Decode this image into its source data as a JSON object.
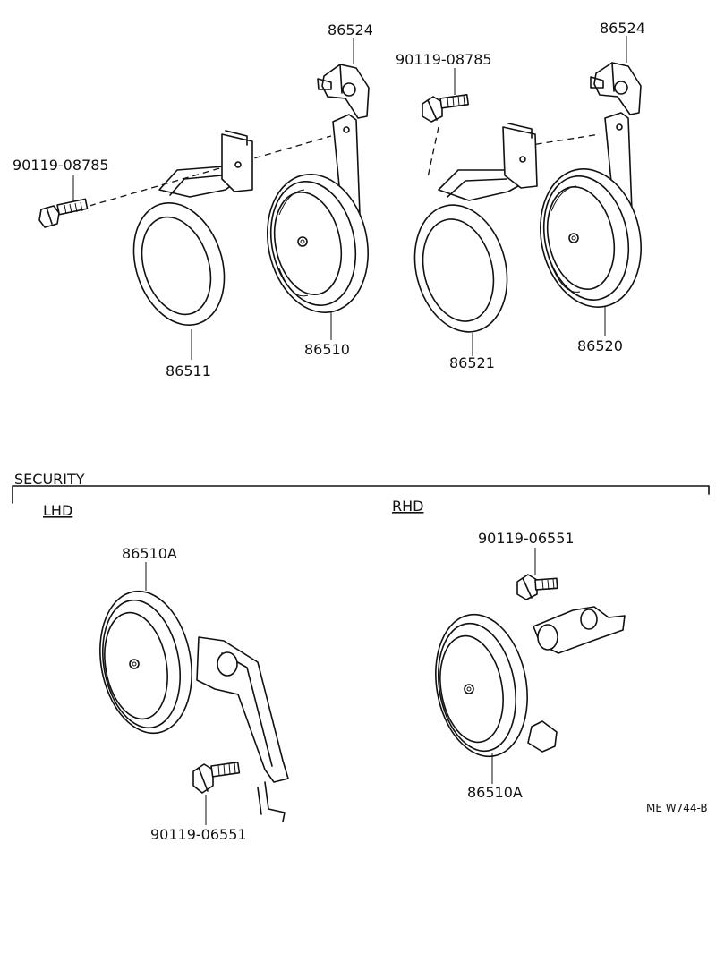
{
  "labels": {
    "top_left_bracket_86524": "86524",
    "top_right_bracket_86524": "86524",
    "top_left_bolt": "90119-08785",
    "top_mid_bolt": "90119-08785",
    "horn_86511": "86511",
    "horn_86510": "86510",
    "horn_86521": "86521",
    "horn_86520": "86520",
    "security_heading": "SECURITY",
    "lhd": "LHD",
    "rhd": "RHD",
    "lhd_horn": "86510A",
    "lhd_bolt": "90119-06551",
    "rhd_bolt": "90119-06551",
    "rhd_horn": "86510A",
    "figure_code": "ME W744-B"
  }
}
